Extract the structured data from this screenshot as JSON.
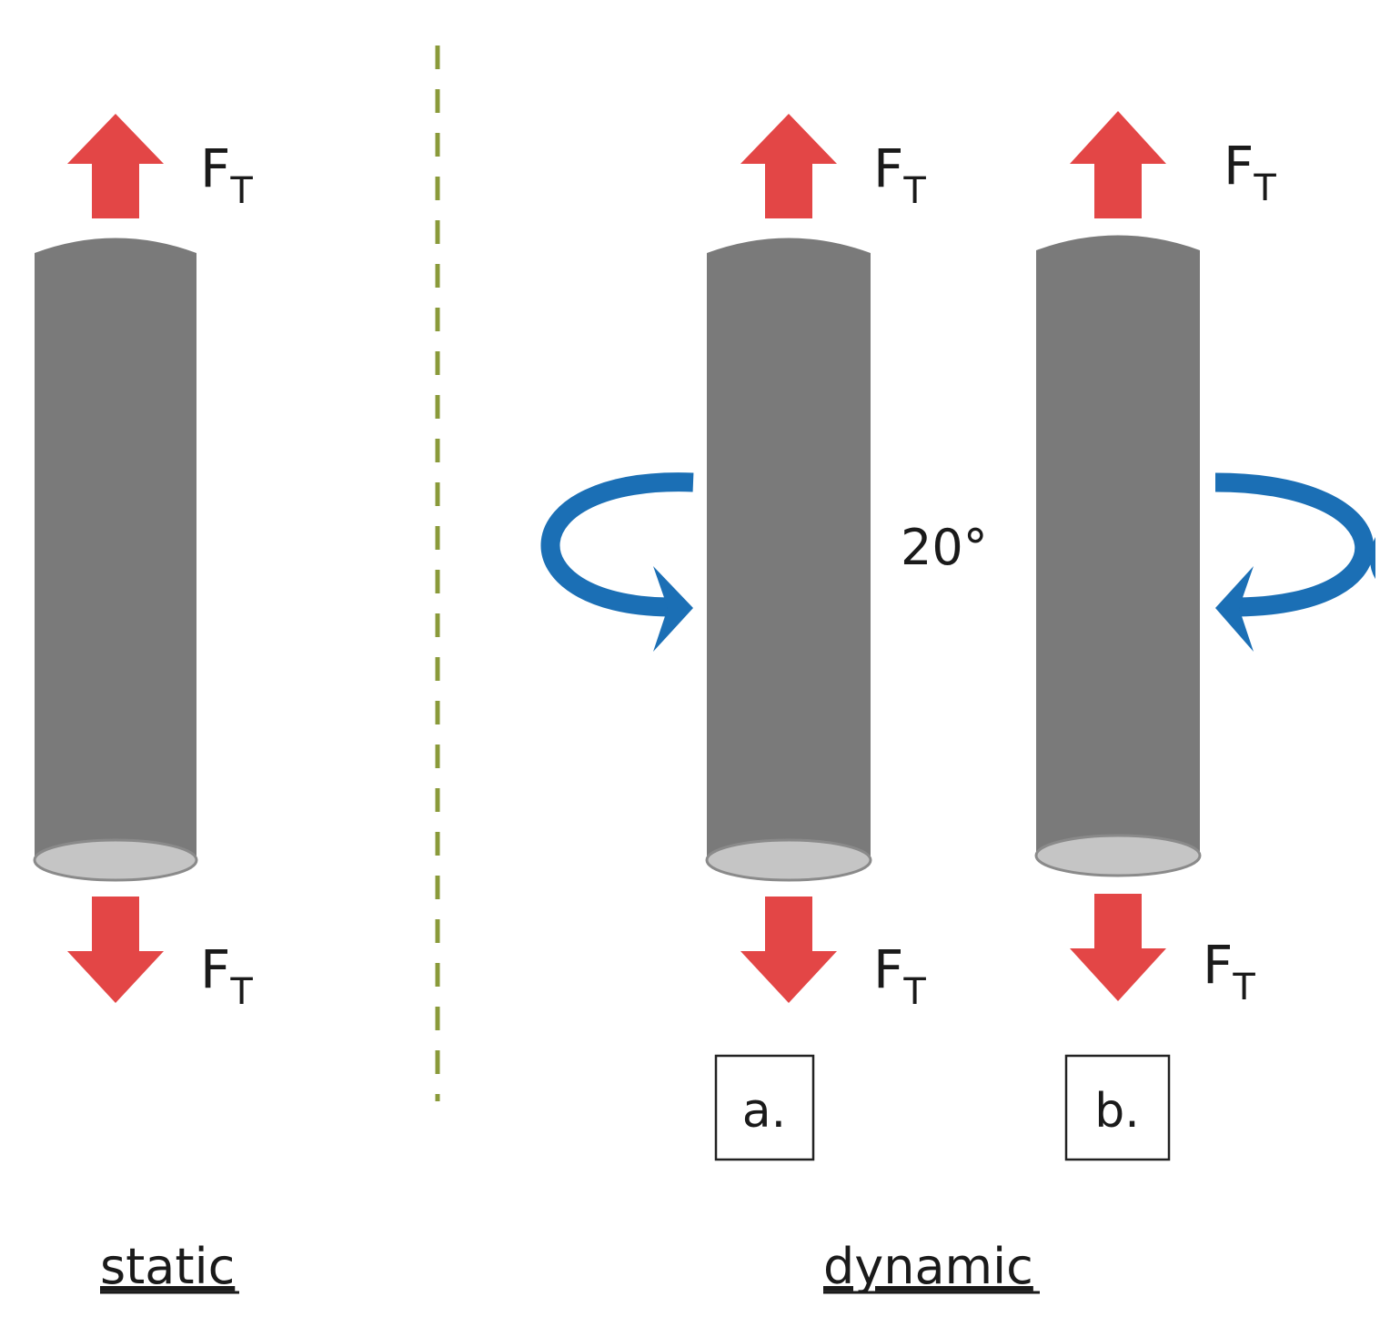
{
  "diagram": {
    "force_symbol": "F",
    "force_subscript": "T",
    "angle_label": "20°",
    "panels": [
      {
        "id": "static",
        "caption": "static"
      },
      {
        "id": "dynamic",
        "caption": "dynamic",
        "sub_labels": [
          "a.",
          "b."
        ]
      }
    ],
    "colors": {
      "force_arrow": "#e34646",
      "rotation_arrow": "#1b6fb5",
      "rod_body": "#7a7a7a",
      "rod_end_face": "#c5c5c5",
      "divider": "#8a9a3a"
    },
    "rotation_directions": {
      "a": "counter-clockwise-from-left",
      "b": "clockwise-from-right"
    }
  }
}
